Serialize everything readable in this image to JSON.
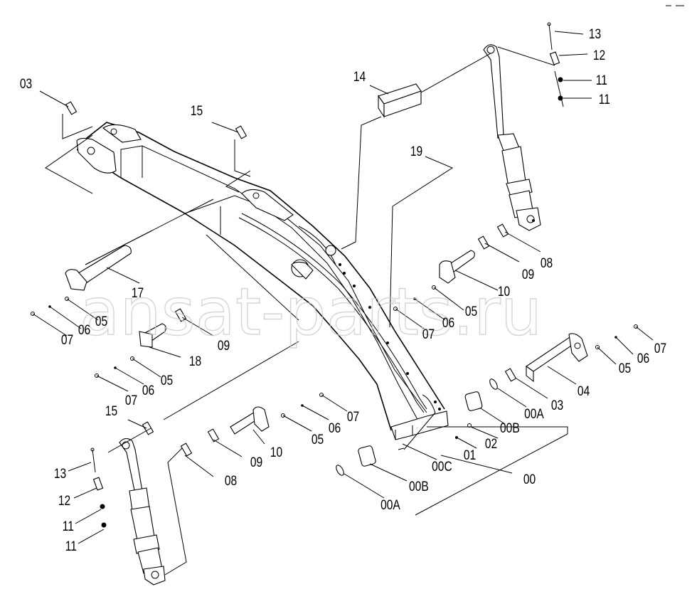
{
  "watermark": "ansat-parts.ru",
  "labels": [
    "03",
    "15",
    "14",
    "13",
    "12",
    "11",
    "11",
    "19",
    "17",
    "05",
    "06",
    "07",
    "09",
    "18",
    "05",
    "06",
    "07",
    "08",
    "09",
    "10",
    "05",
    "06",
    "07",
    "07",
    "06",
    "05",
    "04",
    "03",
    "00A",
    "00B",
    "02",
    "01",
    "00C",
    "15",
    "13",
    "12",
    "11",
    "11",
    "08",
    "09",
    "10",
    "05",
    "06",
    "07",
    "00B",
    "00A",
    "00"
  ]
}
